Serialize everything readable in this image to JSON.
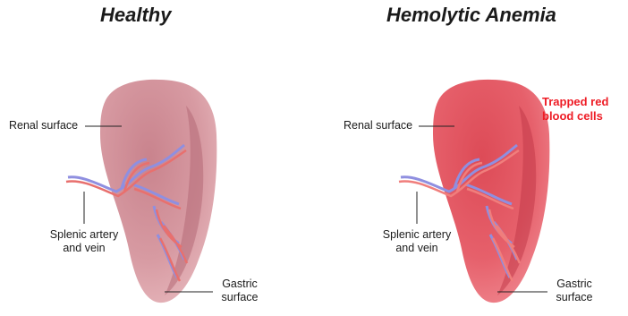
{
  "healthy": {
    "title": "Healthy",
    "renal_label": "Renal surface",
    "splenic_label_line1": "Splenic artery",
    "splenic_label_line2": "and vein",
    "gastric_label_line1": "Gastric",
    "gastric_label_line2": "surface",
    "spleen_color": "#cf8a92"
  },
  "anemia": {
    "title": "Hemolytic Anemia",
    "renal_label": "Renal surface",
    "splenic_label_line1": "Splenic artery",
    "splenic_label_line2": "and vein",
    "gastric_label_line1": "Gastric",
    "gastric_label_line2": "surface",
    "note_line1": "Trapped red",
    "note_line2": "blood cells",
    "spleen_color": "#e65a66",
    "note_color": "#ee1c25"
  }
}
